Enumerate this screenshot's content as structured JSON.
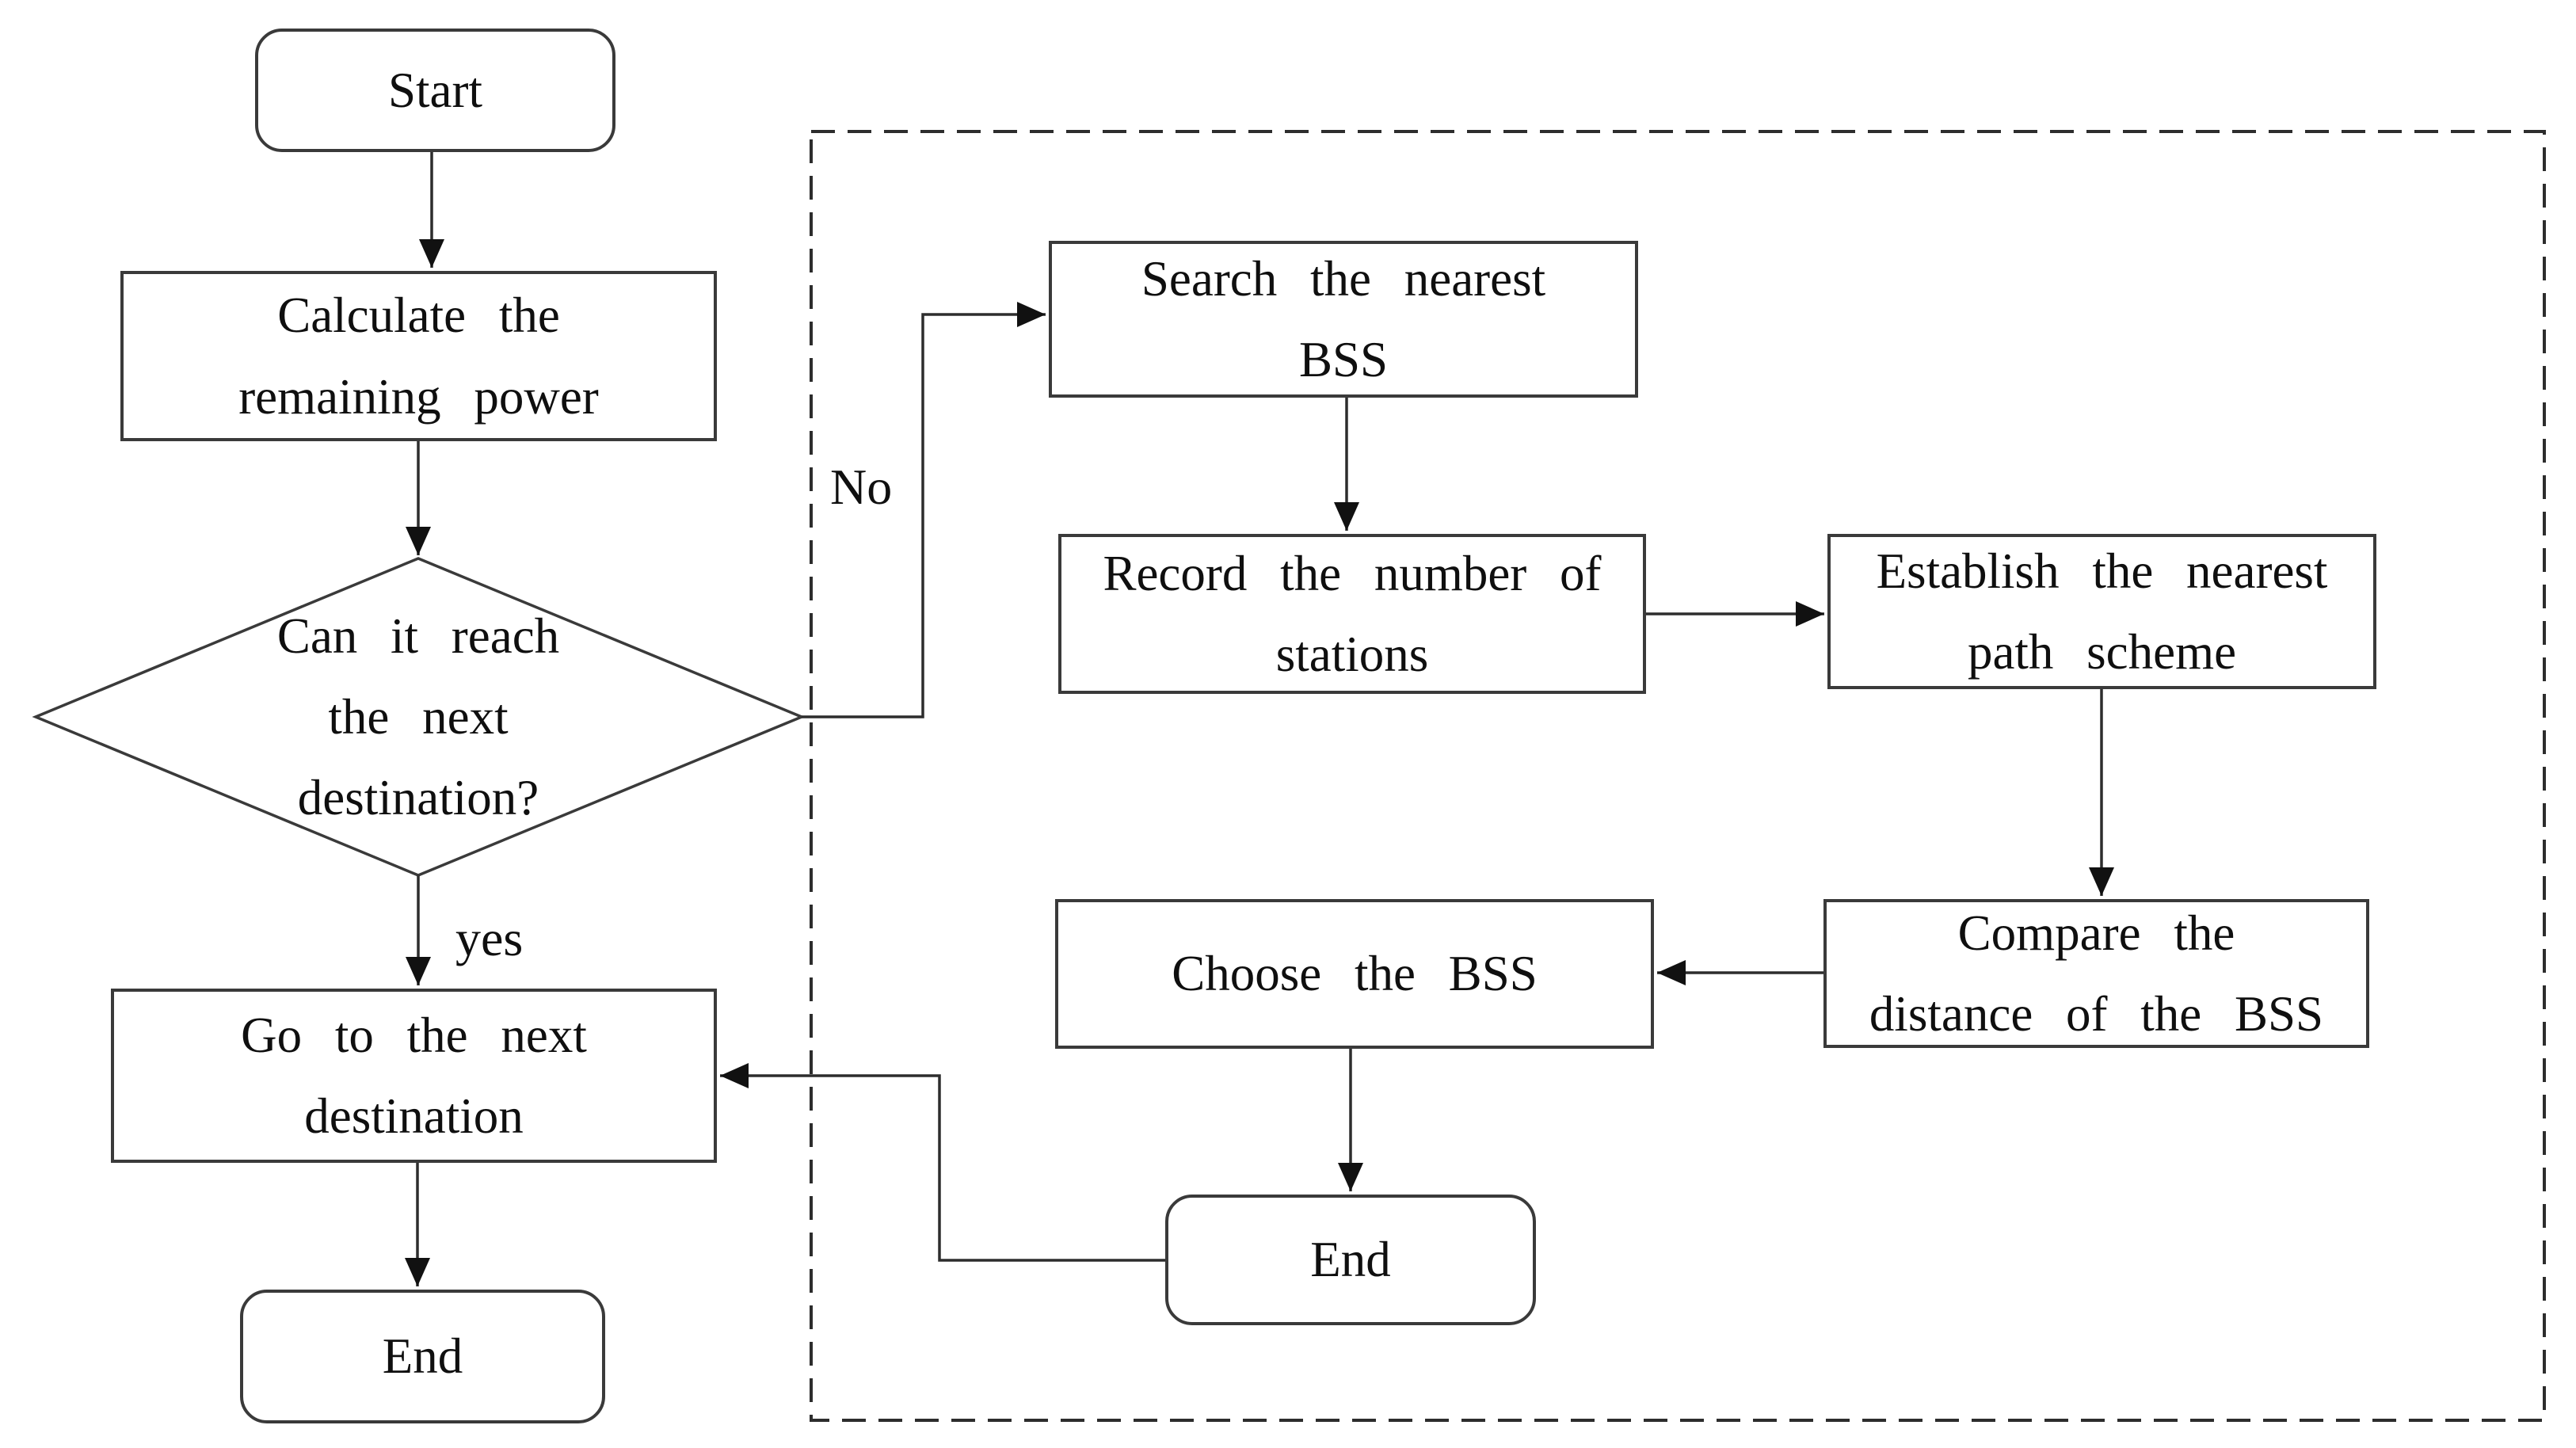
{
  "diagram": {
    "nodes": {
      "start": {
        "label": "Start"
      },
      "calculate": {
        "label": "Calculate the\nremaining power"
      },
      "decision": {
        "label": "Can it reach\nthe next\ndestination?"
      },
      "goto": {
        "label": "Go to the next\ndestination"
      },
      "end_left": {
        "label": "End"
      },
      "search": {
        "label": "Search the nearest\nBSS"
      },
      "record": {
        "label": "Record the number of\nstations"
      },
      "establish": {
        "label": "Establish the nearest\npath scheme"
      },
      "compare": {
        "label": "Compare the\ndistance of the BSS"
      },
      "choose": {
        "label": "Choose the BSS"
      },
      "end_right": {
        "label": "End"
      }
    },
    "edge_labels": {
      "yes": "yes",
      "no": "No"
    },
    "colors": {
      "stroke": "#2d2d2d",
      "text": "#0f0f0f",
      "background": "#ffffff"
    }
  }
}
